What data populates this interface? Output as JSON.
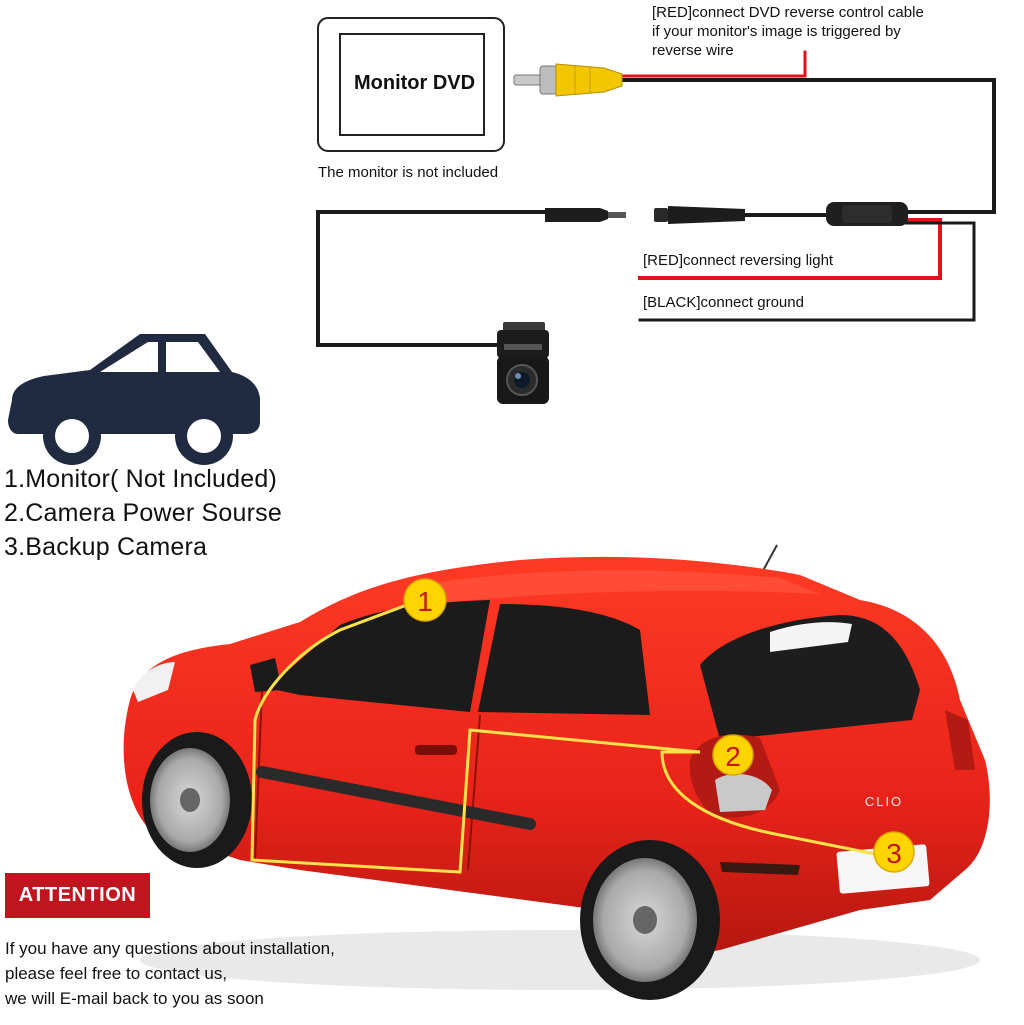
{
  "monitor": {
    "label": "Monitor DVD",
    "note": "The monitor is not included"
  },
  "wires": {
    "red_dvd_line1": "[RED]connect DVD reverse control cable",
    "red_dvd_line2": "if your monitor's image is triggered by",
    "red_dvd_line3": "reverse wire",
    "red_light": "[RED]connect reversing light",
    "black_ground": "[BLACK]connect ground"
  },
  "legend": {
    "items": [
      "1.Monitor( Not Included)",
      "2.Camera Power Sourse",
      "3.Backup Camera"
    ]
  },
  "markers": [
    "1",
    "2",
    "3"
  ],
  "car_badge": "CLIO",
  "attention": {
    "title": "ATTENTION",
    "lines": [
      "If you have any questions about installation,",
      "please feel free to contact us,",
      "we will E-mail back to you as soon"
    ]
  },
  "colors": {
    "car_red": "#e8231a",
    "wire_red": "#e3121a",
    "rca_yellow": "#f2c600",
    "marker_yellow": "#ffd400",
    "attention_bg": "#c0141e",
    "icon_navy": "#202a40"
  }
}
